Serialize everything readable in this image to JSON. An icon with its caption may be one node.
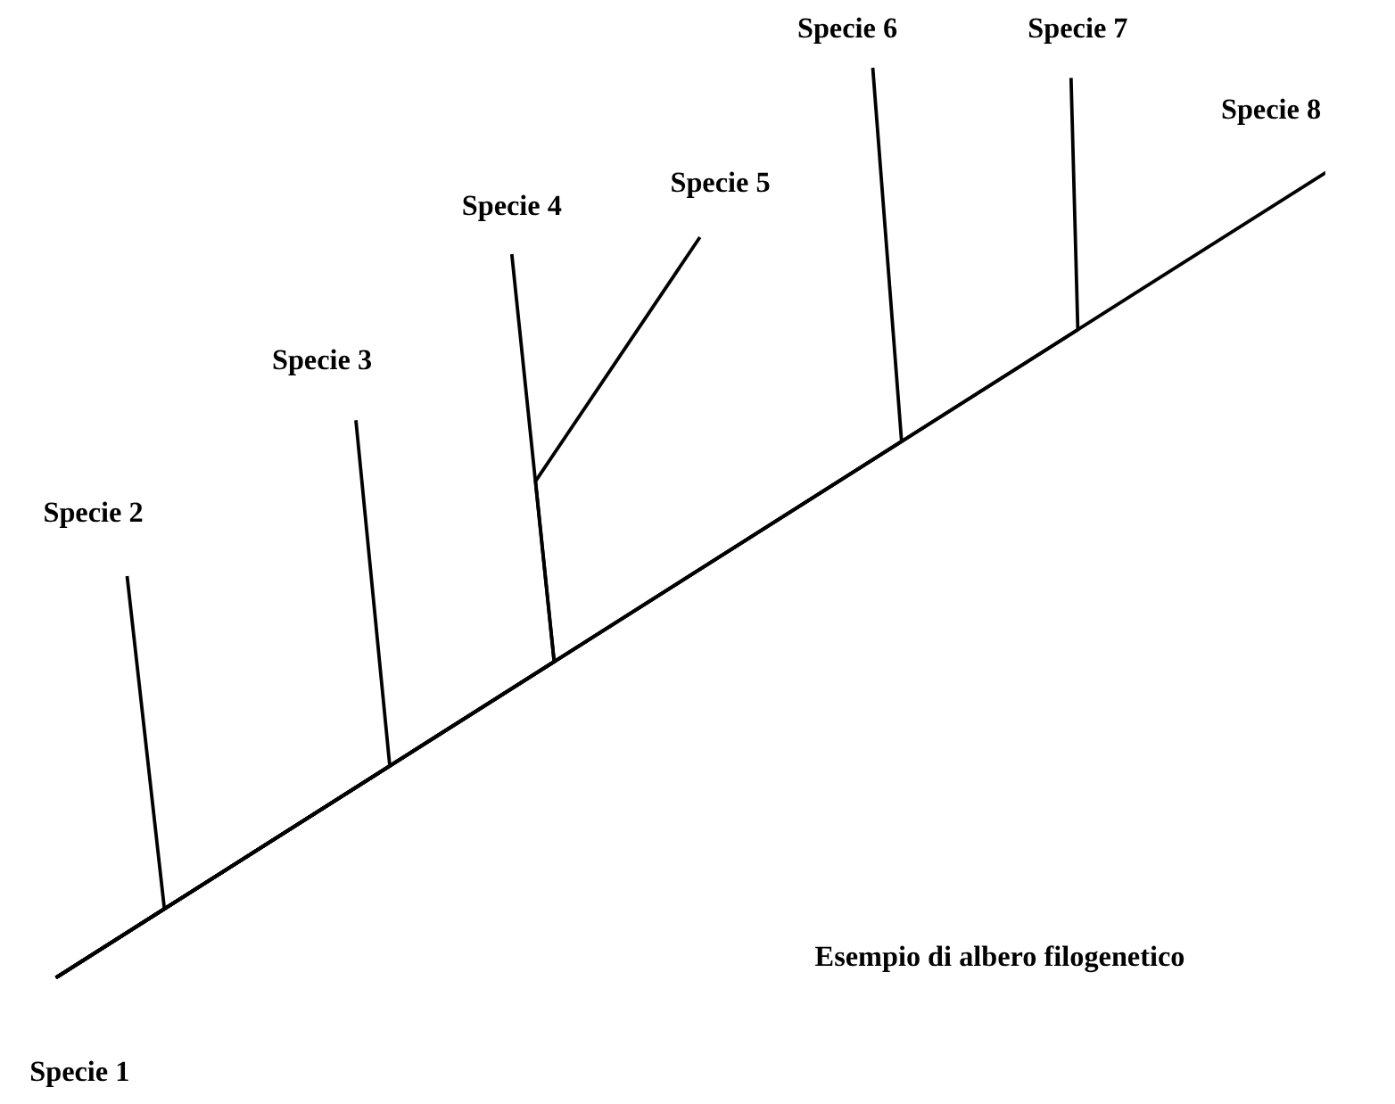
{
  "diagram": {
    "caption": "Esempio di albero filogenetico",
    "nodes": [
      {
        "text": [
          "Specie 1"
        ]
      },
      {
        "text": [
          "Specie 2"
        ]
      },
      {
        "text": [
          "Specie 3"
        ]
      },
      {
        "text": [
          "Specie 4"
        ]
      },
      {
        "text": [
          "Specie 5"
        ]
      },
      {
        "text": [
          "Specie 6"
        ]
      },
      {
        "text": [
          "Specie 7"
        ]
      },
      {
        "text": [
          "Specie 8"
        ]
      }
    ],
    "edges": [
      {
        "from": 0,
        "to": 1,
        "arrow": "none"
      },
      {
        "from": 0,
        "to": 2,
        "arrow": "none"
      },
      {
        "from": 0,
        "to": 3,
        "arrow": "none"
      },
      {
        "from": 0,
        "to": 4,
        "arrow": "none"
      },
      {
        "from": 0,
        "to": 5,
        "arrow": "none"
      },
      {
        "from": 0,
        "to": 6,
        "arrow": "none"
      },
      {
        "from": 0,
        "to": 7,
        "arrow": "none"
      }
    ]
  }
}
